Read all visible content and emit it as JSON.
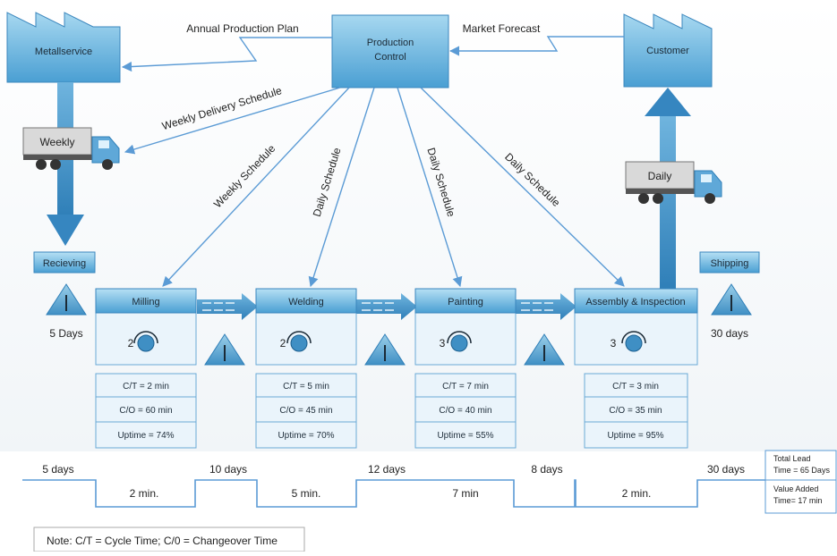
{
  "entities": {
    "supplier": "Metallservice",
    "control": [
      "Production",
      "Control"
    ],
    "customer": "Customer"
  },
  "info_flows": {
    "annual_plan": "Annual Production Plan",
    "market_forecast": "Market Forecast",
    "weekly_delivery": "Weekly Delivery Schedule",
    "weekly_schedule": "Weekly Schedule",
    "daily_1": "Daily Schedule",
    "daily_2": "Daily Schedule",
    "daily_3": "Daily Schedule"
  },
  "trucks": {
    "inbound": "Weekly",
    "outbound": "Daily"
  },
  "docks": {
    "receiving": "Recieving",
    "shipping": "Shipping"
  },
  "inventory": {
    "receiving": "5 Days",
    "shipping": "30 days"
  },
  "processes": [
    {
      "name": "Milling",
      "operators": "2",
      "ct": "C/T = 2 min",
      "co": "C/O = 60 min",
      "uptime": "Uptime = 74%"
    },
    {
      "name": "Welding",
      "operators": "2",
      "ct": "C/T = 5 min",
      "co": "C/O = 45 min",
      "uptime": "Uptime = 70%"
    },
    {
      "name": "Painting",
      "operators": "3",
      "ct": "C/T = 7 min",
      "co": "C/O = 40 min",
      "uptime": "Uptime = 55%"
    },
    {
      "name": "Assembly & Inspection",
      "operators": "3",
      "ct": "C/T = 3 min",
      "co": "C/O = 35 min",
      "uptime": "Uptime = 95%"
    }
  ],
  "timeline": {
    "waits": [
      "5 days",
      "10 days",
      "12 days",
      "8 days",
      "30 days"
    ],
    "processing": [
      "2 min.",
      "5 min.",
      "7 min",
      "2 min."
    ]
  },
  "summary": {
    "total_lead": [
      "Total Lead",
      "Time = 65 Days"
    ],
    "value_added": [
      "Value Added",
      "Time= 17 min"
    ]
  },
  "note": "Note: C/T = Cycle Time; C/0 = Changeover Time",
  "colors": {
    "header_gradient_top": "#9fd3ee",
    "header_gradient_bottom": "#4fa3d6",
    "line": "#5b9bd5",
    "box_fill": "#eaf4fb"
  }
}
